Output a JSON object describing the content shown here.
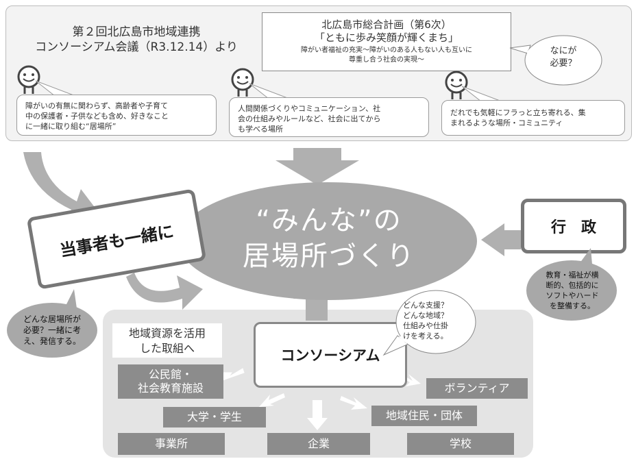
{
  "top": {
    "left_title_1": "第２回北広島市地域連携",
    "left_title_2": "コンソーシアム会議（R3.12.14）より",
    "plan_title": "北広島市総合計画（第6次）",
    "plan_slogan": "「ともに歩み笑顔が輝くまち」",
    "plan_sub_1": "障がい者福祉の充実〜障がいのある人もない人も互いに",
    "plan_sub_2": "尊重し合う社会の実現〜",
    "need_1": "なにが",
    "need_2": "必要？",
    "bubble1_1": "障がいの有無に関わらず、高齢者や子育て",
    "bubble1_2": "中の保護者・子供なども含め、好きなこと",
    "bubble1_3": "に一緒に取り組む“居場所”",
    "bubble2_1": "人間関係づくりやコミュニケーション、社",
    "bubble2_2": "会の仕組みやルールなど、社会に出てから",
    "bubble2_3": "も学べる場所",
    "bubble3_1": "だれでも気軽にフラっと立ち寄れる、集",
    "bubble3_2": "まれるような場所・コミュニティ"
  },
  "center": {
    "line1": "“みんな”の",
    "line2": "居場所づくり"
  },
  "left": {
    "label": "当事者も一緒に",
    "bubble_1": "どんな居場所が",
    "bubble_2": "必要？一緒に考",
    "bubble_3": "え、発信する。"
  },
  "right": {
    "label": "行　政",
    "bubble_1": "教育・福祉が横",
    "bubble_2": "断的、包括的に",
    "bubble_3": "ソフトやハード",
    "bubble_4": "を整備する。"
  },
  "bottom": {
    "resource_1": "地域資源を活用",
    "resource_2": "した取組へ",
    "consortium": "コンソーシアム",
    "question_1": "どんな支援？",
    "question_2": "どんな地域？",
    "question_3": "仕組みや仕掛",
    "question_4": "けを考える。",
    "kominkan_1": "公民館・",
    "kominkan_2": "社会教育施設",
    "university": "大学・学生",
    "volunteer": "ボランティア",
    "residents": "地域住民・団体",
    "office": "事業所",
    "company": "企業",
    "school": "学校"
  },
  "colors": {
    "gray_box": "#8c8c8c",
    "ellipse": "#a9a9a9",
    "arrow": "#b0b0b0",
    "panel": "#f3f3f3"
  }
}
